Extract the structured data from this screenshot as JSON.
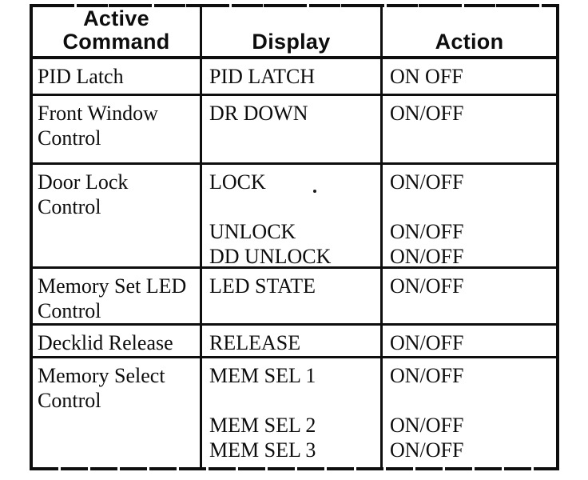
{
  "table": {
    "headers": [
      {
        "lines": [
          "Active",
          "Command"
        ]
      },
      {
        "lines": [
          "Display"
        ]
      },
      {
        "lines": [
          "Action"
        ]
      }
    ],
    "rows": [
      {
        "command": [
          "PID Latch"
        ],
        "display": [
          "PID LATCH"
        ],
        "action": [
          "ON OFF"
        ]
      },
      {
        "command": [
          "Front Window",
          "Control"
        ],
        "display": [
          "DR DOWN"
        ],
        "action": [
          "ON/OFF"
        ]
      },
      {
        "command": [
          "Door Lock",
          "Control"
        ],
        "display": [
          "LOCK",
          "",
          "UNLOCK",
          "DD UNLOCK"
        ],
        "action": [
          "ON/OFF",
          "",
          "ON/OFF",
          "ON/OFF"
        ]
      },
      {
        "command": [
          "Memory Set LED",
          "Control"
        ],
        "display": [
          "LED STATE"
        ],
        "action": [
          "ON/OFF"
        ]
      },
      {
        "command": [
          "Decklid Release"
        ],
        "display": [
          "RELEASE"
        ],
        "action": [
          "ON/OFF"
        ]
      },
      {
        "command": [
          "Memory Select",
          "Control"
        ],
        "display": [
          "MEM SEL 1",
          "",
          "MEM SEL 2",
          "MEM SEL 3"
        ],
        "action": [
          "ON/OFF",
          "",
          "ON/OFF",
          "ON/OFF"
        ]
      }
    ],
    "colors": {
      "ink": "#0d0d0d",
      "paper": "#ffffff"
    }
  }
}
